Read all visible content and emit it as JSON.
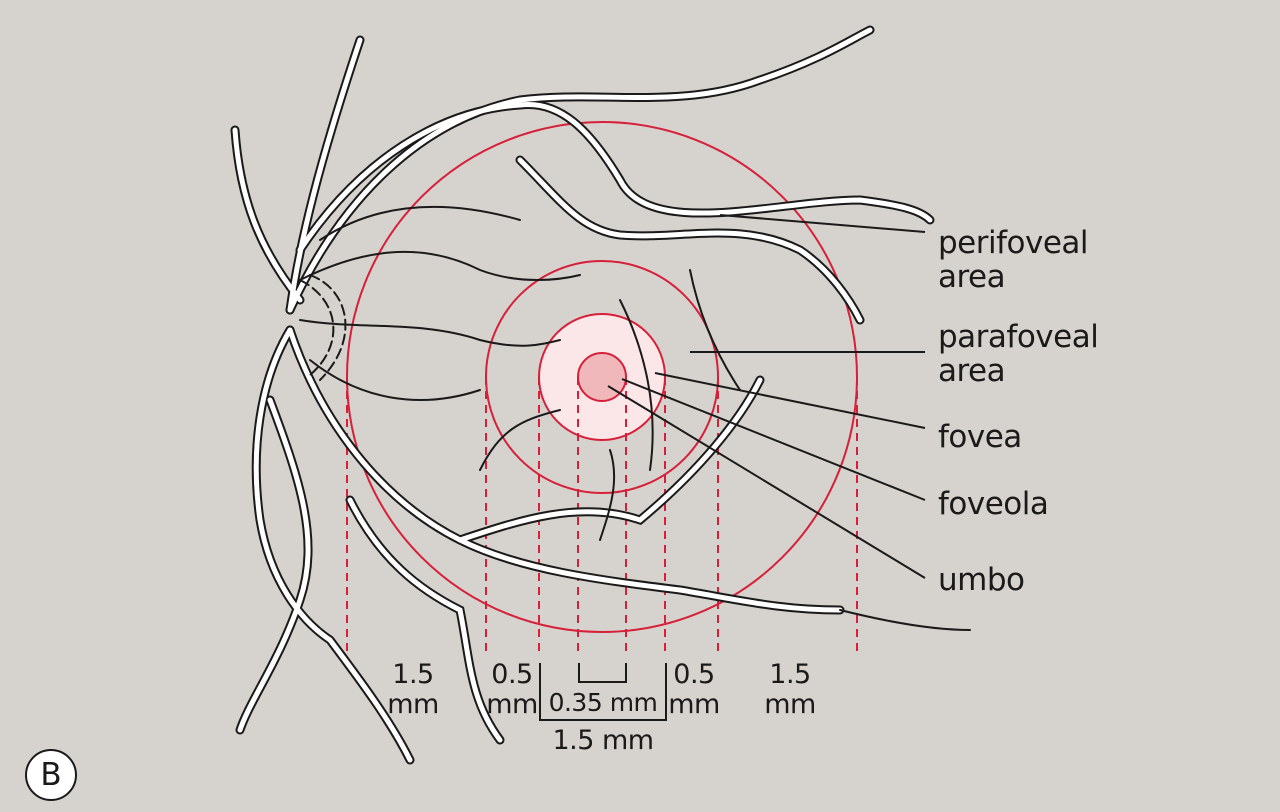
{
  "figure": {
    "panel_label": "B",
    "subject": "Retina fundus regions around the fovea"
  },
  "labels": {
    "perifoveal": {
      "line1": "perifoveal",
      "line2": "area"
    },
    "parafoveal": {
      "line1": "parafoveal",
      "line2": "area"
    },
    "fovea": "fovea",
    "foveola": "foveola",
    "umbo": "umbo"
  },
  "measurements": {
    "left_perifoveal": {
      "value": "1.5",
      "unit": "mm"
    },
    "left_parafoveal": {
      "value": "0.5",
      "unit": "mm"
    },
    "foveola_width": "0.35 mm",
    "right_parafoveal": {
      "value": "0.5",
      "unit": "mm"
    },
    "right_perifoveal": {
      "value": "1.5",
      "unit": "mm"
    },
    "fovea_width": "1.5 mm"
  },
  "colors": {
    "background": "#d6d2cd",
    "ring_stroke": "#d6203a",
    "fovea_fill": "#fbe6e8",
    "foveola_fill": "#f0b8ba",
    "vessel": "#ffffff",
    "ink": "#1a1a1a"
  }
}
